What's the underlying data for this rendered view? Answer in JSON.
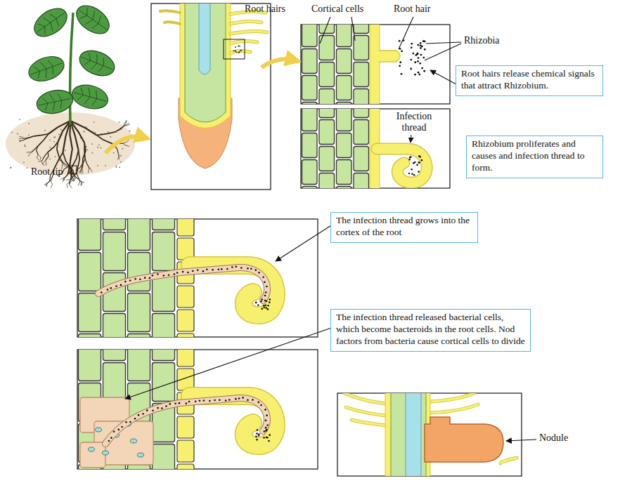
{
  "diagram": {
    "nodes": [
      {
        "text": [
          "Root hairs release chemical signals that attract Rhizobium."
        ]
      },
      {
        "text": [
          "Rhizobium proliferates and causes and infection thread to form."
        ]
      },
      {
        "text": [
          "The infection thread grows into the cortex of the root"
        ]
      },
      {
        "text": [
          "The infection thread released bacterial cells, which become bacteroids in the root cells. Nod factors from bacteria cause cortical cells to divide"
        ]
      }
    ],
    "labels": [
      "Root hairs",
      "Cortical cells",
      "Root hair",
      "Rhizobia",
      "Infection thread",
      "Root tip",
      "Nodule"
    ]
  }
}
